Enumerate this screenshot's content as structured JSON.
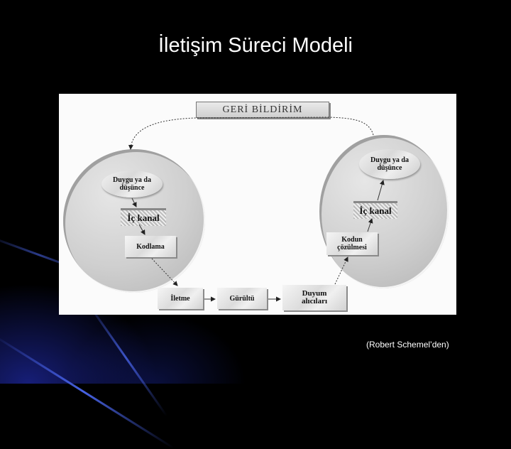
{
  "slide": {
    "title": "İletişim Süreci Modeli",
    "source": "(Robert Schemel’den)"
  },
  "diagram": {
    "feedback": "GERİ BİLDİRİM",
    "sender": {
      "thought": "Duygu ya da düşünce",
      "channel": "İç kanal",
      "encoding": "Kodlama"
    },
    "receiver": {
      "thought": "Duygu ya da düşünce",
      "channel": "İç kanal",
      "decoding": "Kodun çözülmesi"
    },
    "transmission": {
      "send": "İletme",
      "noise": "Gürültü",
      "receive": "Duyum alıcıları"
    }
  }
}
